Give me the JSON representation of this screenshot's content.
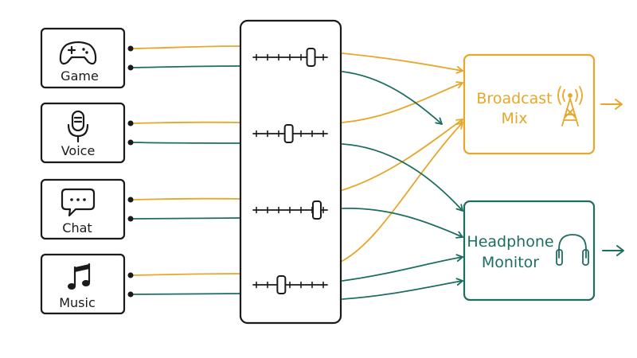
{
  "colors": {
    "ink": "#1a1a1a",
    "broadcast": "#e6a72a",
    "monitor": "#1d6e60"
  },
  "sources": [
    {
      "label": "Game",
      "icon": "gamepad-icon"
    },
    {
      "label": "Voice",
      "icon": "microphone-icon"
    },
    {
      "label": "Chat",
      "icon": "chat-bubble-icon"
    },
    {
      "label": "Music",
      "icon": "music-note-icon"
    }
  ],
  "faders": [
    {
      "level": 0.78
    },
    {
      "level": 0.48
    },
    {
      "level": 0.86
    },
    {
      "level": 0.38
    }
  ],
  "outputs": {
    "broadcast": {
      "line1": "Broadcast",
      "line2": "Mix",
      "icon": "broadcast-tower-icon"
    },
    "monitor": {
      "line1": "Headphone",
      "line2": "Monitor",
      "icon": "headphones-icon"
    }
  }
}
